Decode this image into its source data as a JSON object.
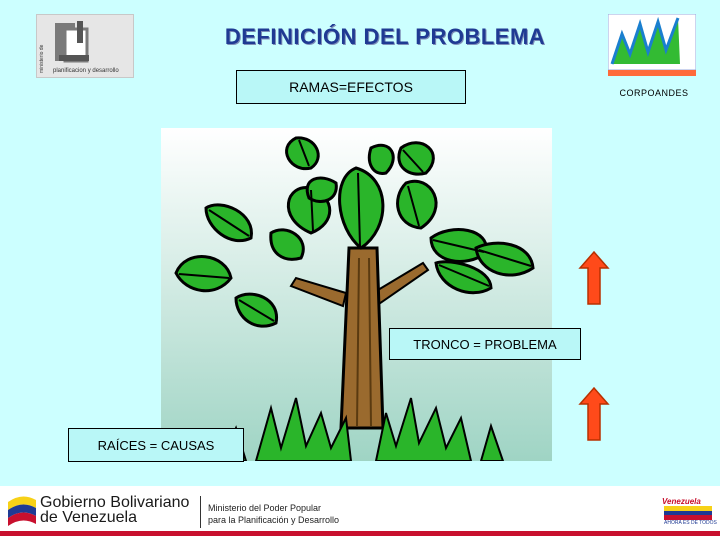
{
  "header": {
    "title": "DEFINICIÓN DEL PROBLEMA",
    "ministry_logo_vertical": "ministerio de",
    "ministry_logo_caption": "planificacion y desarrollo",
    "corp_name": "CORPOANDES"
  },
  "labels": {
    "ramas": "RAMAS=EFECTOS",
    "tronco": "TRONCO = PROBLEMA",
    "raices": "RAÍCES = CAUSAS"
  },
  "footer": {
    "gov_line1": "Gobierno Bolivariano",
    "gov_line2": "de Venezuela",
    "ministry_line1": "Ministerio del Poder Popular",
    "ministry_line2": "para la Planificación y Desarrollo",
    "vz_logo_text": "Venezuela",
    "vz_logo_sub": "AHORA ES DE TODOS"
  },
  "colors": {
    "background": "#ccffff",
    "title": "#1f3a93",
    "label_box": "#b9f7f7",
    "leaf": "#22aa22",
    "trunk": "#9a6a2e",
    "arrow": "#ff4a1a"
  }
}
